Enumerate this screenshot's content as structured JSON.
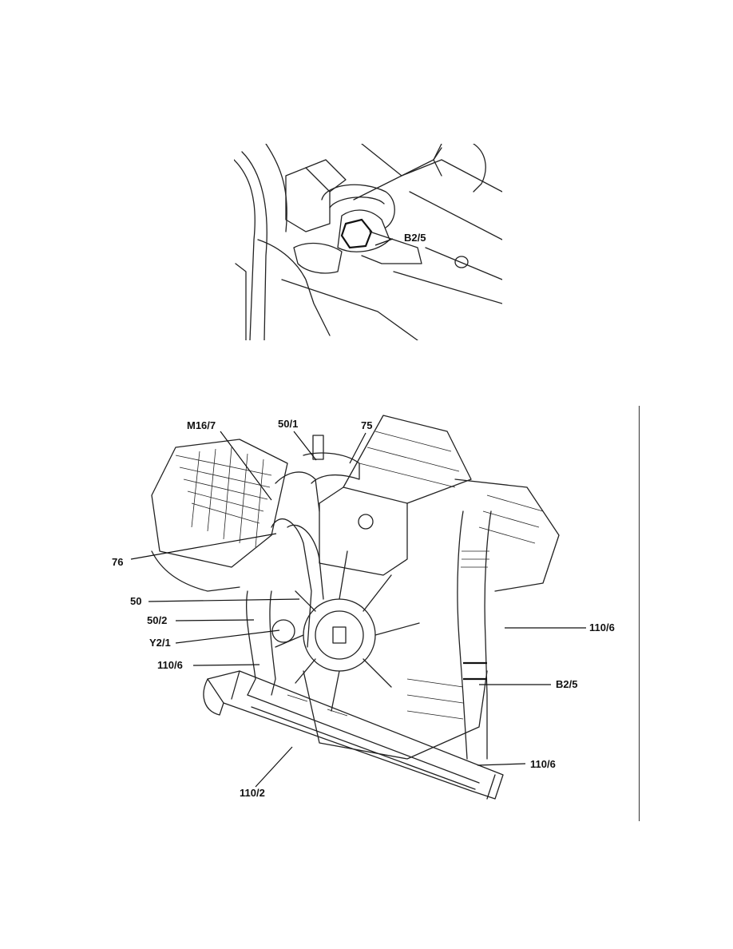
{
  "figure_top": {
    "labels": [
      "B2/5"
    ]
  },
  "figure_bottom": {
    "labels": {
      "m16_7": "M16/7",
      "p50_1": "50/1",
      "p75": "75",
      "p76": "76",
      "p50": "50",
      "p50_2": "50/2",
      "y2_1": "Y2/1",
      "p110_6_left": "110/6",
      "p110_6_right": "110/6",
      "b2_5": "B2/5",
      "p110_6_bottom": "110/6",
      "p110_2": "110/2"
    }
  }
}
